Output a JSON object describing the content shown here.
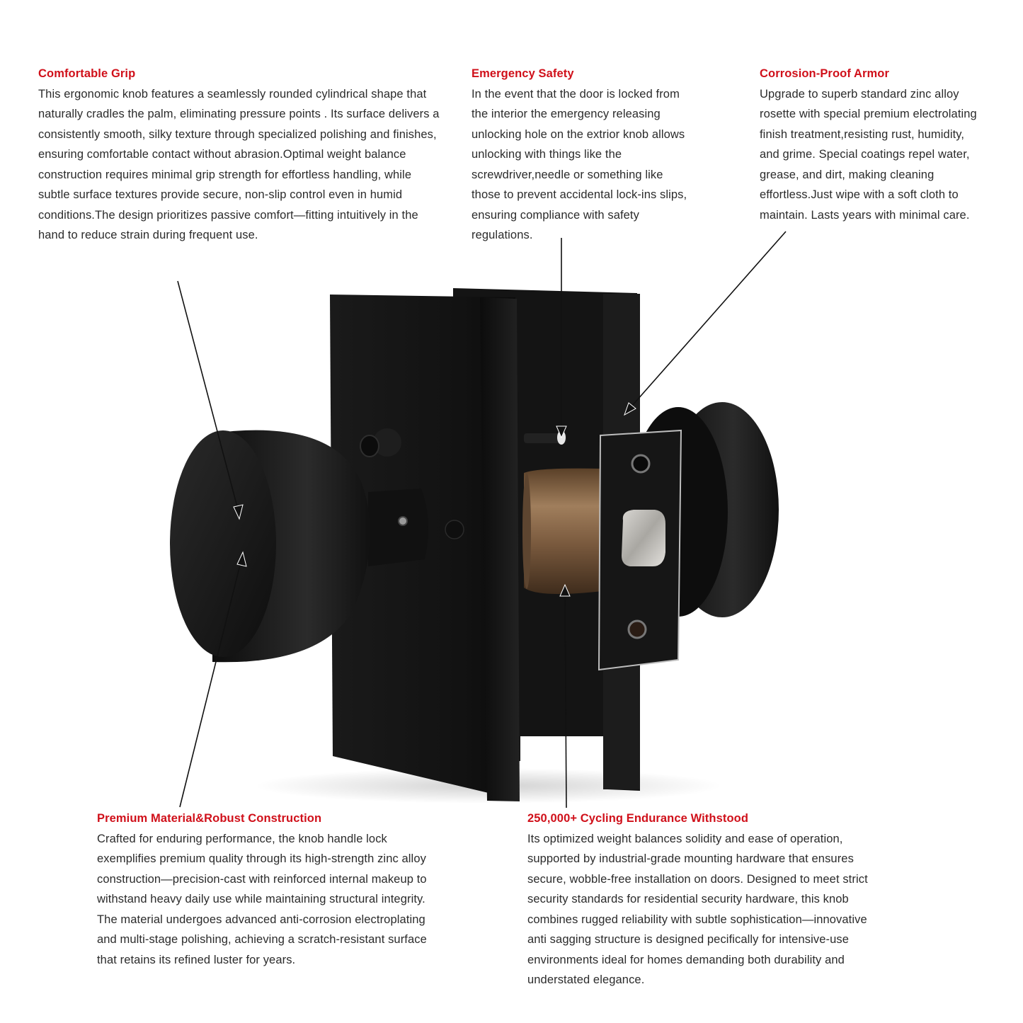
{
  "features": [
    {
      "id": "comfortable-grip",
      "title": "Comfortable Grip",
      "lines": [
        "This ergonomic knob features a seamlessly rounded cylindrical shape that",
        "naturally cradles the palm, eliminating pressure points . Its surface delivers a",
        "consistently smooth, silky texture through specialized polishing and finishes,",
        "ensuring comfortable contact without abrasion.Optimal weight balance",
        "construction requires minimal grip strength for effortless handling, while",
        "subtle surface textures provide secure, non-slip control even in humid",
        "conditions.The design prioritizes passive comfort—fitting intuitively in the",
        "hand to reduce strain during frequent use."
      ]
    },
    {
      "id": "emergency-safety",
      "title": "Emergency Safety",
      "lines": [
        "In the event that the door is locked from",
        "the interior the emergency releasing",
        "unlocking hole on the extrior knob allows",
        "unlocking with things like the",
        "screwdriver,needle or something like",
        "those to prevent accidental lock-ins slips,",
        "ensuring compliance with safety",
        "regulations."
      ]
    },
    {
      "id": "corrosion-proof-armor",
      "title": "Corrosion-Proof Armor",
      "lines": [
        "Upgrade to superb standard zinc alloy",
        "rosette with special premium electrolating",
        "finish treatment,resisting rust, humidity,",
        "and grime. Special coatings repel water,",
        "grease, and dirt, making cleaning",
        "effortless.Just wipe with a soft cloth to",
        "maintain. Lasts years with minimal care."
      ]
    },
    {
      "id": "premium-material",
      "title": "Premium Material&Robust Construction",
      "lines": [
        "Crafted for enduring performance, the knob handle lock",
        "exemplifies premium quality through its high-strength zinc alloy",
        "construction—precision-cast with reinforced internal makeup to",
        "withstand heavy daily use while maintaining structural integrity.",
        "The material undergoes advanced anti-corrosion electroplating",
        "and multi-stage polishing, achieving a scratch-resistant surface",
        "that retains its refined luster for years."
      ]
    },
    {
      "id": "cycling-endurance",
      "title": "250,000+ Cycling Endurance Withstood",
      "lines": [
        "Its optimized weight balances solidity and ease of operation,",
        "supported by industrial-grade mounting hardware that ensures",
        "secure, wobble-free installation on doors. Designed to meet strict",
        "security standards for residential security hardware, this knob",
        "combines rugged reliability with subtle sophistication—innovative",
        "anti sagging structure is designed pecifically for intensive-use",
        "environments ideal for homes demanding both durability and",
        "understated elegance."
      ]
    }
  ],
  "colors": {
    "heading_red": "#d0101a",
    "body_text": "#2b2b2b",
    "product_black": "#141414",
    "latch_bolt_silver": "#b9b7b2",
    "spindle_brass": "#8a6a48"
  },
  "product": {
    "name": "black-cylindrical-door-knob-lock",
    "callouts": [
      "comfortable-grip",
      "emergency-safety",
      "corrosion-proof-armor",
      "premium-material",
      "cycling-endurance"
    ]
  }
}
